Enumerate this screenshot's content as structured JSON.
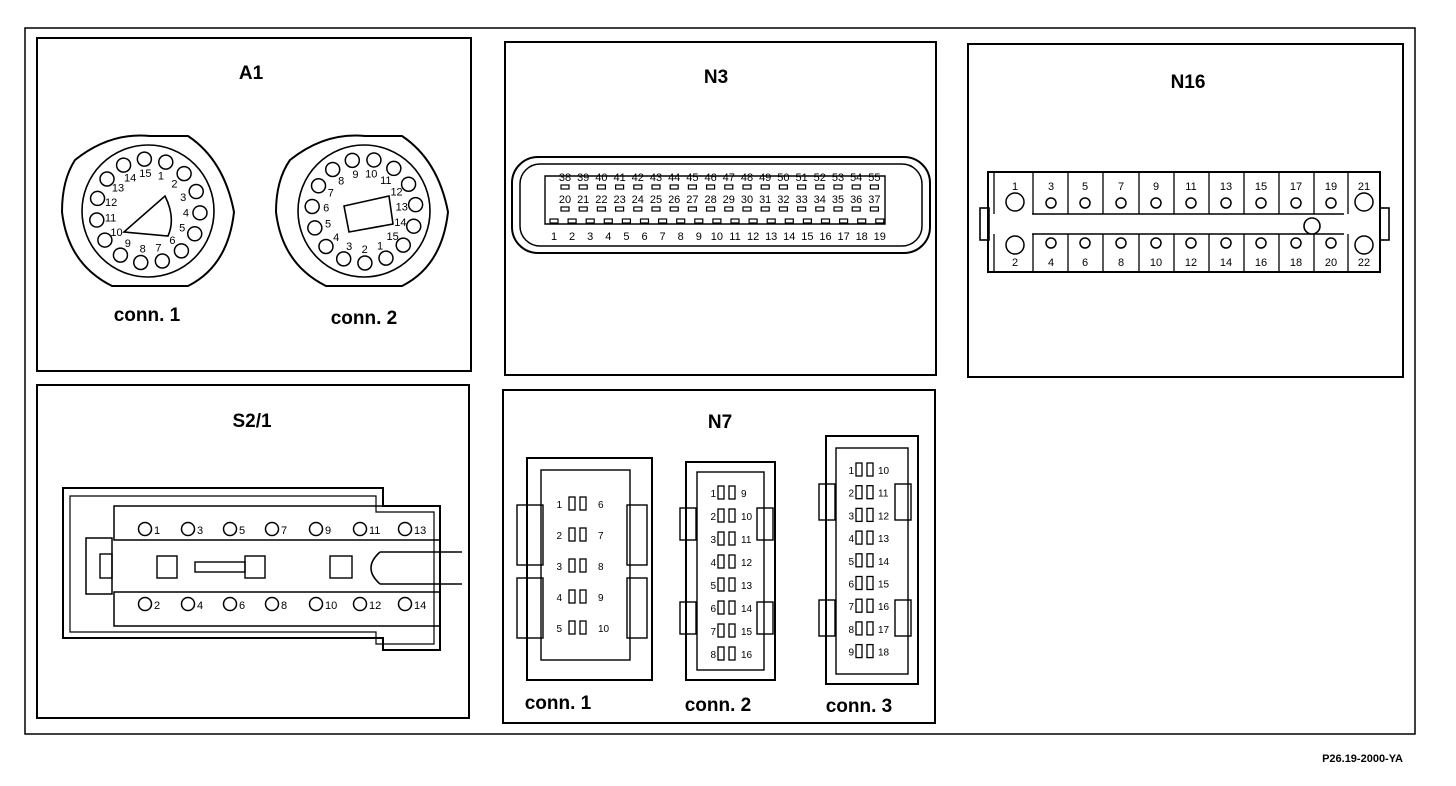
{
  "reference": "P26.19-2000-YA",
  "panels": {
    "a1": {
      "title": "A1",
      "conn1": {
        "label": "conn. 1",
        "pins": [
          "1",
          "2",
          "3",
          "4",
          "5",
          "6",
          "7",
          "8",
          "9",
          "10",
          "11",
          "12",
          "13",
          "14",
          "15"
        ]
      },
      "conn2": {
        "label": "conn. 2",
        "pins": [
          "1",
          "2",
          "3",
          "4",
          "5",
          "6",
          "7",
          "8",
          "9",
          "10",
          "11",
          "12",
          "13",
          "14",
          "15"
        ]
      }
    },
    "n3": {
      "title": "N3",
      "row_top": [
        "38",
        "39",
        "40",
        "41",
        "42",
        "43",
        "44",
        "45",
        "46",
        "47",
        "48",
        "49",
        "50",
        "51",
        "52",
        "53",
        "54",
        "55"
      ],
      "row_mid": [
        "20",
        "21",
        "22",
        "23",
        "24",
        "25",
        "26",
        "27",
        "28",
        "29",
        "30",
        "31",
        "32",
        "33",
        "34",
        "35",
        "36",
        "37"
      ],
      "row_bot": [
        "1",
        "2",
        "3",
        "4",
        "5",
        "6",
        "7",
        "8",
        "9",
        "10",
        "11",
        "12",
        "13",
        "14",
        "15",
        "16",
        "17",
        "18",
        "19"
      ]
    },
    "n16": {
      "title": "N16",
      "top": [
        "1",
        "3",
        "5",
        "7",
        "9",
        "11",
        "13",
        "15",
        "17",
        "19",
        "21"
      ],
      "bottom": [
        "2",
        "4",
        "6",
        "8",
        "10",
        "12",
        "14",
        "16",
        "18",
        "20",
        "22"
      ]
    },
    "s21": {
      "title": "S2/1",
      "top": [
        "1",
        "3",
        "5",
        "7",
        "9",
        "11",
        "13"
      ],
      "bottom": [
        "2",
        "4",
        "6",
        "8",
        "10",
        "12",
        "14"
      ]
    },
    "n7": {
      "title": "N7",
      "conn1": {
        "label": "conn. 1",
        "left": [
          "1",
          "2",
          "3",
          "4",
          "5"
        ],
        "right": [
          "6",
          "7",
          "8",
          "9",
          "10"
        ]
      },
      "conn2": {
        "label": "conn. 2",
        "left": [
          "1",
          "2",
          "3",
          "4",
          "5",
          "6",
          "7",
          "8"
        ],
        "right": [
          "9",
          "10",
          "11",
          "12",
          "13",
          "14",
          "15",
          "16"
        ]
      },
      "conn3": {
        "label": "conn. 3",
        "left": [
          "1",
          "2",
          "3",
          "4",
          "5",
          "6",
          "7",
          "8",
          "9"
        ],
        "right": [
          "10",
          "11",
          "12",
          "13",
          "14",
          "15",
          "16",
          "17",
          "18"
        ]
      }
    }
  }
}
